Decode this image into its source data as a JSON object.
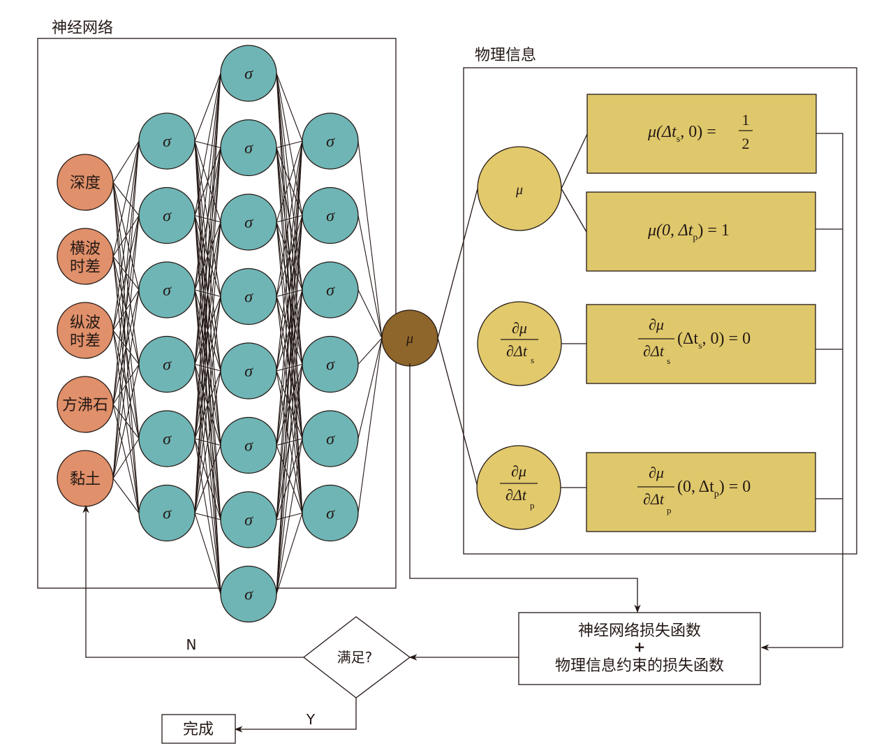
{
  "sections": {
    "neural_network_title": "神经网络",
    "physics_title": "物理信息"
  },
  "colors": {
    "input_node": "#E0906A",
    "hidden_node": "#6FB5B5",
    "output_node": "#8E652A",
    "physics_node": "#E1C96C",
    "physics_box": "#DFC86B",
    "stroke": "#231815"
  },
  "network": {
    "inputs": [
      {
        "lines": [
          "深度"
        ]
      },
      {
        "lines": [
          "横波",
          "时差"
        ]
      },
      {
        "lines": [
          "纵波",
          "时差"
        ]
      },
      {
        "lines": [
          "方沸石"
        ]
      },
      {
        "lines": [
          "黏土"
        ]
      }
    ],
    "hidden_symbol": "σ",
    "hidden_layers": [
      {
        "count": 6
      },
      {
        "count": 8
      },
      {
        "count": 6
      }
    ],
    "output_symbol": "μ"
  },
  "physics": {
    "nodes": [
      {
        "type": "symbol",
        "text": "μ"
      },
      {
        "type": "derivative",
        "num": "∂μ",
        "den": "∂Δt",
        "sub": "s"
      },
      {
        "type": "derivative",
        "num": "∂μ",
        "den": "∂Δt",
        "sub": "p"
      }
    ],
    "conditions": [
      {
        "lhs": "μ(Δt",
        "sub": "s",
        "rest": ", 0) = ",
        "frac_num": "1",
        "frac_den": "2"
      },
      {
        "lhs": "μ(0, Δt",
        "sub": "p",
        "rest": ") = 1"
      },
      {
        "num": "∂μ",
        "den": "∂Δt",
        "den_sub": "s",
        "args_pre": "(Δt",
        "args_sub": "s",
        "args_post": ", 0) = 0"
      },
      {
        "num": "∂μ",
        "den": "∂Δt",
        "den_sub": "p",
        "args_pre": "(0, Δt",
        "args_sub": "p",
        "args_post": ") = 0"
      }
    ]
  },
  "flow": {
    "loss_box": {
      "line1": "神经网络损失函数",
      "plus": "+",
      "line2": "物理信息约束的损失函数"
    },
    "decision": "满足?",
    "no_label": "N",
    "yes_label": "Y",
    "done": "完成"
  }
}
